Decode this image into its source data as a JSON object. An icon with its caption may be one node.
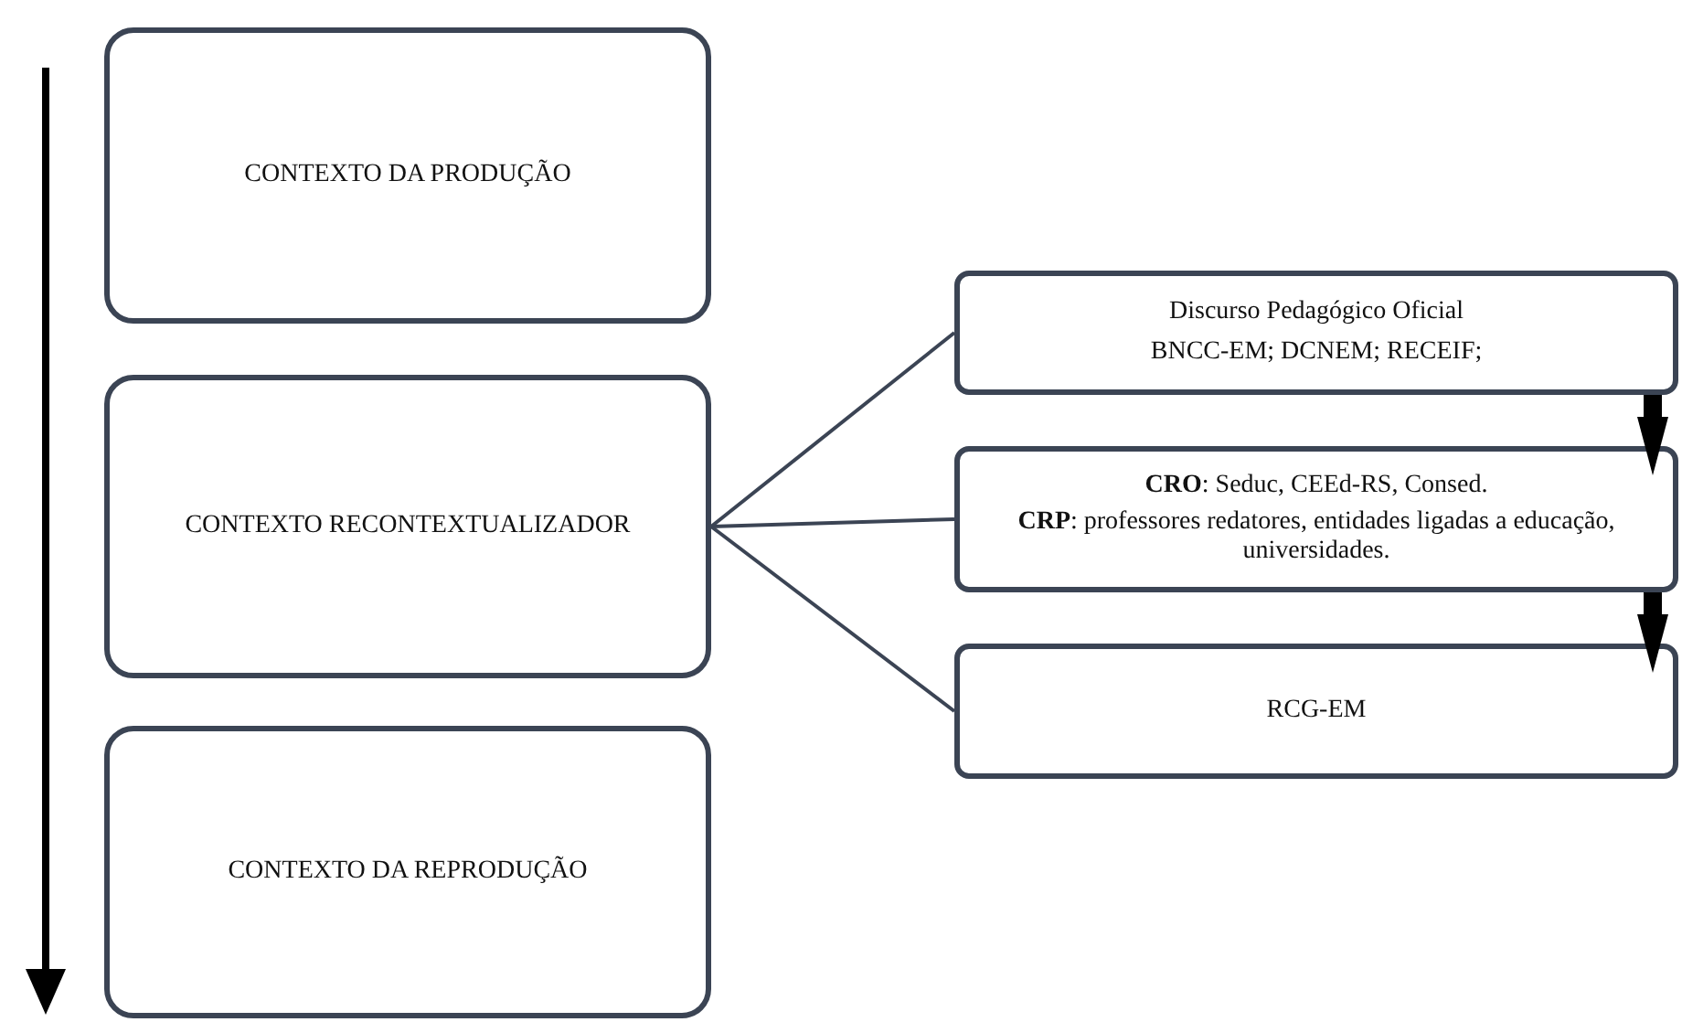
{
  "diagram": {
    "nodes": [
      {
        "text": [
          "CONTEXTO DA PRODUÇÃO"
        ]
      },
      {
        "text": [
          "CONTEXTO RECONTEXTUALIZADOR"
        ]
      },
      {
        "text": [
          "CONTEXTO DA REPRODUÇÃO"
        ]
      },
      {
        "text": [
          "Discurso Pedagógico Oficial",
          "BNCC-EM; DCNEM; RECEIF;"
        ]
      },
      {
        "text": [
          "**CRO**: Seduc, CEEd-RS, Consed.",
          "**CRP**: professores redatores, entidades ligadas a educação, universidades."
        ]
      },
      {
        "text": [
          "RCG-EM"
        ]
      }
    ],
    "edges": [
      {
        "from": 1,
        "to": 3,
        "arrow": "none"
      },
      {
        "from": 1,
        "to": 4,
        "arrow": "none"
      },
      {
        "from": 1,
        "to": 5,
        "arrow": "none"
      },
      {
        "from": 3,
        "to": 4,
        "arrow": "to",
        "style": "thick",
        "color": "#000000"
      },
      {
        "from": 4,
        "to": 5,
        "arrow": "to",
        "style": "thick",
        "color": "#000000"
      }
    ]
  }
}
